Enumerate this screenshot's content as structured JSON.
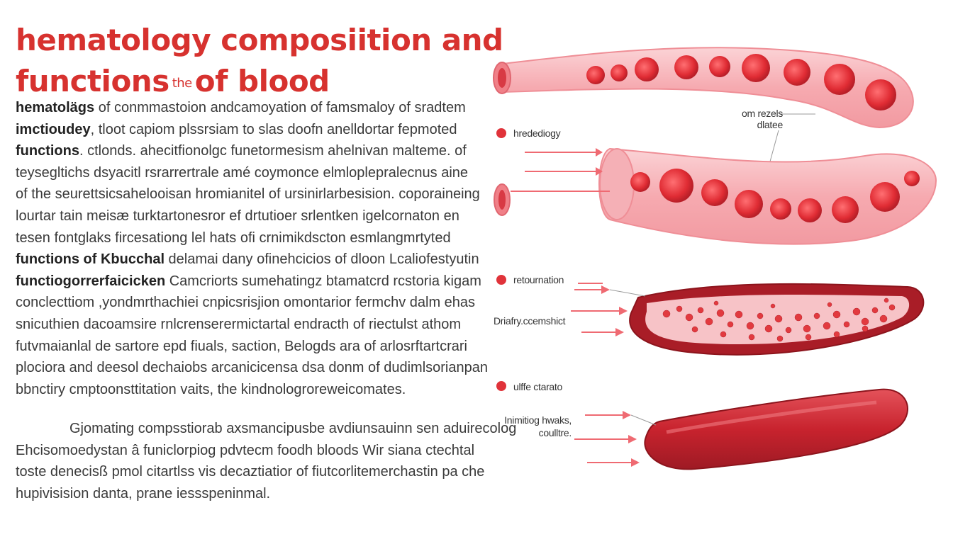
{
  "title": {
    "line1": "hematology composiition and",
    "line2_start": "functions",
    "line2_small": "the",
    "line2_end": "of blood"
  },
  "paragraph1": [
    {
      "bold": "hematolägs",
      "rest": " of  conmmastoion andcamoyation of famsmaloy of  sradtem"
    },
    {
      "bold": "imctioudey",
      "rest": ",  tloot  capiom  plssrsiam  to  slas  doofn  anelldortar  fepmoted"
    },
    {
      "bold": "functions",
      "rest": ". ctlonds.  ahecitfionolgc  funetormesism  ahelnivan  malteme.  of"
    },
    {
      "bold": "",
      "rest": "teysegltichs  dsyacitl  rsrarrertrale  amé  coymonce  elmloplepralecnus aine"
    },
    {
      "bold": "",
      "rest": "of the  seurettsicsahelooisan  hromianitel  of  ursinirlarbesision. coporaineing"
    },
    {
      "bold": "",
      "rest": "lourtar tain  meisæ  turktartonesror ef  drtutioer  srlentken  igelcornaton  en"
    },
    {
      "bold": "",
      "rest": "tesen  fontglaks fircesationg lel  hats  ofi crnimikdscton esmlangmrtyted"
    },
    {
      "bold": "functions of Kbucchal",
      "rest": " delamai dany ofinehcicios of  dloon  Lcaliofestyutin"
    },
    {
      "bold": "functiogorrerfaicicken",
      "rest": "  Camcriorts  sumehatingz  btamatcrd rcstoria  kigam"
    },
    {
      "bold": "",
      "rest": "conclecttiom ,yondmrthachiei  cnpicsrisjion  omontarior  fermchv  dalm  ehas"
    },
    {
      "bold": "",
      "rest": "snicuthien  dacoamsire  rnlcrenserermictartal  endracth  of  riectulst athom"
    },
    {
      "bold": "",
      "rest": "futvmaianlal  de sartore  epd  fiuals,  saction,  Belogds  ara  of  arlosrftartcrari"
    },
    {
      "bold": "",
      "rest": "plociora and deesol dechaiobs arcanicicensa dsa  donm  of  dudimlsorianpan"
    },
    {
      "bold": "",
      "rest": "bbnctiry cmptoonsttitation vaits, the kindnologroreweicomates."
    }
  ],
  "paragraph2": [
    "Gjomating compsstiorab axsmancipusbe avdiunsauinn sen aduirecolog",
    "Ehcisomoedystan â funiclorpiog  pdvtecm foodh bloods Wir  siana  ctechtal",
    "toste denecisß  pmol  citartlss vis  decaztiatior of fiutcorlitemerchastin pa  che",
    "hupivisision danta,  prane iessspeninmal."
  ],
  "diagram": {
    "top_vessel_label_line1": "om rezels",
    "top_vessel_label_line2": "dlatee",
    "label_1": "hredediogy",
    "label_2": "retournation",
    "label_3": "Driafry.ccemshict",
    "label_4": "ulffe ctarato",
    "label_5_line1": "Inimitiog hwaks,",
    "label_5_line2": "coulltre."
  },
  "colors": {
    "title_red": "#d7322f",
    "vessel_pink": "#f7b6bb",
    "cell_red": "#e23a3f",
    "dark_red": "#b3212c"
  }
}
